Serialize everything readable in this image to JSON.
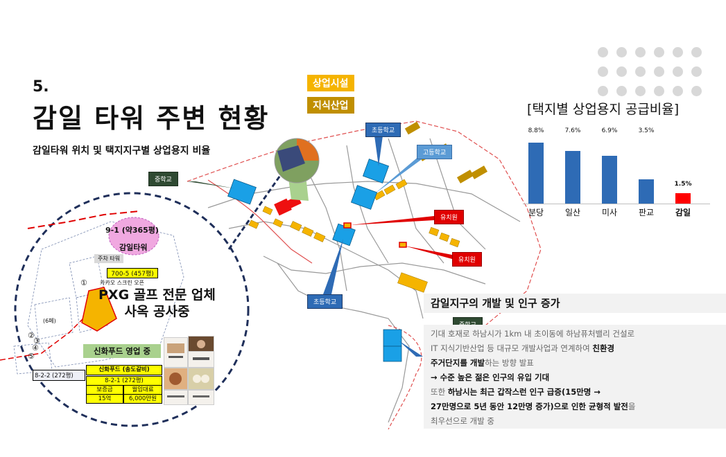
{
  "header": {
    "section_number": "5.",
    "title": "감일 타워 주변 현황",
    "subtitle": "감일타워 위치 및 택지지구별 상업용지 비율"
  },
  "legend": {
    "commercial": "상업시설",
    "industrial": "지식산업"
  },
  "colors": {
    "commercial": "#f5b400",
    "industrial": "#c08f00",
    "school": "#1aa0e6",
    "chart_bar": "#2e6bb5",
    "chart_highlight": "#ff0000"
  },
  "map": {
    "callouts": {
      "middle_school_1": "중학교",
      "elementary_1": "초등학교",
      "high_school": "고등학교",
      "kindergarten_1": "유치원",
      "kindergarten_2": "유치원",
      "elementary_2": "초등학교",
      "middle_school_2": "중학교"
    },
    "inset": {
      "lot_9_1": "9-1 (약365평)",
      "tower_label": "감일타워",
      "parking_tower": "주차 타워",
      "lot_700_5": "700-5 (457평)",
      "kakao_screen": "카카오 스크린 오픈",
      "pxg_line1": "PXG  골프 전문 업체",
      "pxg_line2": "사옥 공사중",
      "sinhwa_header": "신화푸드 영업 중",
      "sinhwa_store": "신화푸드 (송도갈비)",
      "lot_8_2_1": "8-2-1 (272평)",
      "deposit_label": "보증금",
      "rent_label": "월임대료",
      "deposit_value": "15억",
      "rent_value": "6,000만원",
      "lot_8_2_2": "8-2-2 (272평)",
      "lot_pages": "(6페)",
      "lot_markers": [
        "①",
        "②",
        "③",
        "④",
        "⑤"
      ]
    }
  },
  "chart_data": {
    "type": "bar",
    "title": "[택지별 상업용지 공급비율]",
    "categories": [
      "분당",
      "일산",
      "미사",
      "판교",
      "감일"
    ],
    "values": [
      8.8,
      7.6,
      6.9,
      3.5,
      1.5
    ],
    "value_labels": [
      "8.8%",
      "7.6%",
      "6.9%",
      "3.5%",
      "1.5%"
    ],
    "highlight_category": "감일",
    "ylim": [
      0,
      10
    ],
    "grid": false
  },
  "info_panel": {
    "header": "감일지구의 개발 및 인구 증가",
    "line1": "기대 호재로 하남시가 1km 내 초이동에 하남퓨처밸리 건설로",
    "line2_pre": "IT 지식기반산업 등 대규모 개발사업과 연계하여 ",
    "line2_bold": "친환경",
    "line3_bold": "주거단지를 개발",
    "line3_post": "하는 방향 발표",
    "line4_bold": "→ 수준 높은 젊은 인구의 유입 기대",
    "line5_pre": "또한 ",
    "line5_bold": "하남시는 최근 갑작스런 인구 급증(15만명 →",
    "line6_bold": "27만명으로 5년 동안 12만명 증가)으로 인한 균형적 발전",
    "line6_post": "을",
    "line7": "최우선으로 개발 중"
  }
}
